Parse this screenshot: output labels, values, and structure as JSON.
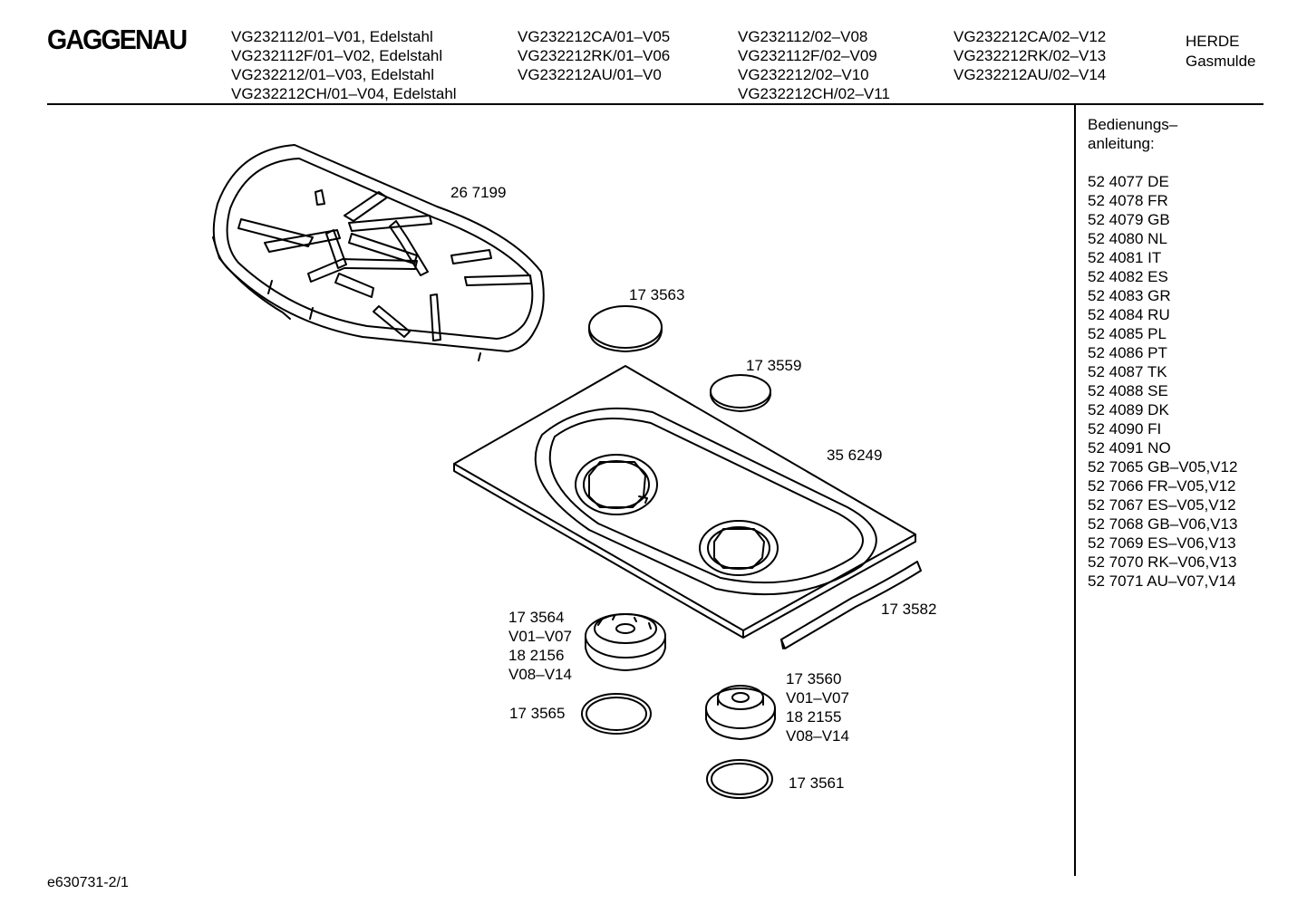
{
  "header": {
    "brand": "GAGGENAU",
    "models": [
      [
        "VG232112/01–V01, Edelstahl",
        "VG232112F/01–V02, Edelstahl",
        "VG232212/01–V03, Edelstahl",
        "VG232212CH/01–V04, Edelstahl"
      ],
      [
        "VG232212CA/01–V05",
        "VG232212RK/01–V06",
        "VG232212AU/01–V0"
      ],
      [
        "VG232112/02–V08",
        "VG232112F/02–V09",
        "VG232212/02–V10",
        "VG232212CH/02–V11"
      ],
      [
        "VG232212CA/02–V12",
        "VG232212RK/02–V13",
        "VG232212AU/02–V14"
      ]
    ],
    "category": [
      "HERDE",
      "Gasmulde"
    ]
  },
  "sidebar": {
    "label": [
      "Bedienungs–",
      "anleitung:"
    ],
    "manuals": [
      "52 4077 DE",
      "52 4078 FR",
      "52 4079 GB",
      "52 4080 NL",
      "52 4081 IT",
      "52 4082 ES",
      "52 4083 GR",
      "52 4084 RU",
      "52 4085 PL",
      "52 4086 PT",
      "52 4087 TK",
      "52 4088 SE",
      "52 4089 DK",
      "52 4090 FI",
      "52 4091 NO",
      "52 7065 GB–V05,V12",
      "52 7066 FR–V05,V12",
      "52 7067 ES–V05,V12",
      "52 7068 GB–V06,V13",
      "52 7069 ES–V06,V13",
      "52 7070 RK–V06,V13",
      "52 7071 AU–V07,V14"
    ]
  },
  "parts": {
    "grate": [
      "26 7199"
    ],
    "cap_large": [
      "17 3563"
    ],
    "cap_small": [
      "17 3559"
    ],
    "hob_tray": [
      "35 6249"
    ],
    "seal_strip": [
      "17 3582"
    ],
    "burner_large": [
      "17 3564",
      "V01–V07",
      "18 2156",
      "V08–V14"
    ],
    "ring_large": [
      "17 3565"
    ],
    "burner_small": [
      "17 3560",
      "V01–V07",
      "18 2155",
      "V08–V14"
    ],
    "ring_small": [
      "17 3561"
    ]
  },
  "footer": {
    "drawing_code": "e630731-2/1"
  }
}
